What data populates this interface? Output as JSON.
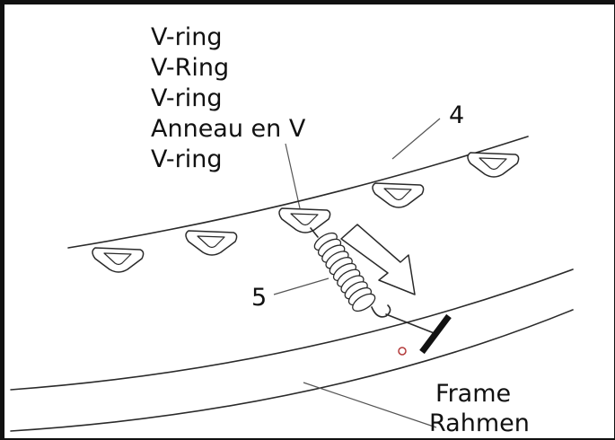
{
  "labels": {
    "vring_lines": [
      "V-ring",
      "V-Ring",
      "V-ring",
      "Anneau en V",
      "V-ring"
    ],
    "callout_4": "4",
    "callout_5": "5",
    "frame_lines": [
      "Frame",
      "Rahmen"
    ]
  },
  "colors": {
    "ink": "#2a2a2a",
    "hole_marker": "#b33a3a",
    "border": "#111111"
  }
}
